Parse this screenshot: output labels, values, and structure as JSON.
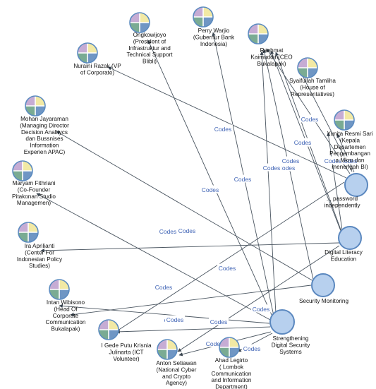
{
  "edge_label": "Codes",
  "colors": {
    "quad_tl": "#c6acd4",
    "quad_tr": "#f2e9a4",
    "quad_bl": "#7aab93",
    "quad_br": "#6f96c4",
    "concept_fill": "#b7d0ee",
    "concept_stroke": "#5b88bf"
  },
  "people": [
    {
      "id": "nuraini",
      "lines": [
        "Nuraini Razak (VP",
        "of Corporate)"
      ]
    },
    {
      "id": "ongkowijoyo",
      "lines": [
        "Ongkowijoyo",
        "(President of",
        "Infrastruktur and",
        "Technical Support",
        "Blibli)"
      ]
    },
    {
      "id": "perry",
      "lines": [
        "Perry Warjio",
        "(Gubernur Bank",
        "Indonesia)"
      ]
    },
    {
      "id": "rachmat",
      "lines": [
        "Rachmat",
        "Kaimuddin(CEO",
        "Bukalapak)"
      ]
    },
    {
      "id": "syaifullah",
      "lines": [
        "Syaifullah Tamliha",
        "(House of",
        "Representatives)"
      ]
    },
    {
      "id": "yunita",
      "lines": [
        "Yunita Resmi Sari",
        "(Kepala",
        "Departemen",
        "Pengembangan",
        "a Mkro dan",
        "menengah BI)"
      ]
    },
    {
      "id": "mohan",
      "lines": [
        "Mohan Jayaraman",
        "(Managing Director",
        "Decision Analitycs",
        "dan Bussnises",
        "Information",
        "Experien APAC)"
      ]
    },
    {
      "id": "maryam",
      "lines": [
        "Maryam Fithriani",
        "(Co-Founder",
        "Pitakonan Studio",
        "Managemen)"
      ]
    },
    {
      "id": "ira",
      "lines": [
        "Ira Aprilianti",
        "(Center For",
        "Indonesian Policy",
        "Studies)"
      ]
    },
    {
      "id": "intan",
      "lines": [
        "Intan Wibisono",
        "(Head Of",
        "Corporate",
        "Communication",
        "Bukalapak)"
      ]
    },
    {
      "id": "gede",
      "lines": [
        "I Gede Putu Krisnia",
        "Julinarta (ICT",
        "Volunteer)"
      ]
    },
    {
      "id": "anton",
      "lines": [
        "Anton Setiawan",
        "(National Cyber",
        "and Crypto",
        "Agency)"
      ]
    },
    {
      "id": "ahad",
      "lines": [
        "Ahad Legirto",
        "( Lombok",
        "Communication",
        "and Information",
        "Department)"
      ]
    }
  ],
  "concepts": [
    {
      "id": "password",
      "lines": [
        "... password",
        "independently"
      ]
    },
    {
      "id": "literacy",
      "lines": [
        "Digital Literacy",
        "Education"
      ]
    },
    {
      "id": "monitoring",
      "lines": [
        "Security Monitoring"
      ]
    },
    {
      "id": "strengthening",
      "lines": [
        "Strengthening",
        "Digital Security",
        "Systems"
      ]
    }
  ]
}
